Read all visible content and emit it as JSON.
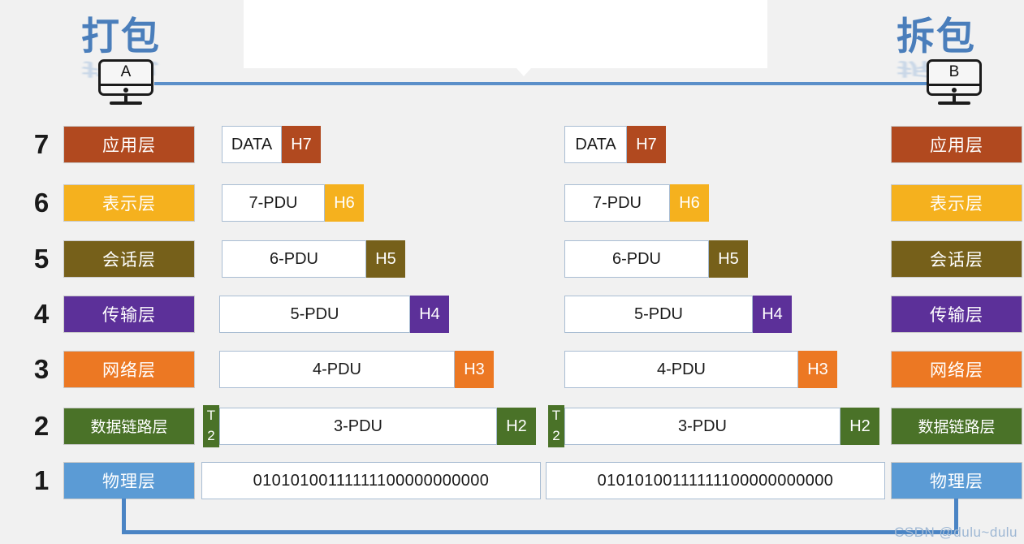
{
  "headings": {
    "left": "打包",
    "right": "拆包"
  },
  "nodes": {
    "left_computer": "A",
    "right_computer": "B"
  },
  "layers": [
    {
      "num": "7",
      "name": "应用层",
      "color": "#b1491f"
    },
    {
      "num": "6",
      "name": "表示层",
      "color": "#f5b11e"
    },
    {
      "num": "5",
      "name": "会话层",
      "color": "#76601a"
    },
    {
      "num": "4",
      "name": "传输层",
      "color": "#5c3099"
    },
    {
      "num": "3",
      "name": "网络层",
      "color": "#ec7823"
    },
    {
      "num": "2",
      "name": "数据链路层",
      "color": "#4a7228"
    },
    {
      "num": "1",
      "name": "物理层",
      "color": "#5b9bd5"
    }
  ],
  "pdus": [
    {
      "body": "DATA",
      "header": "H7",
      "trailer": null,
      "color": "#b1491f"
    },
    {
      "body": "7-PDU",
      "header": "H6",
      "trailer": null,
      "color": "#f5b11e"
    },
    {
      "body": "6-PDU",
      "header": "H5",
      "trailer": null,
      "color": "#76601a"
    },
    {
      "body": "5-PDU",
      "header": "H4",
      "trailer": null,
      "color": "#5c3099"
    },
    {
      "body": "4-PDU",
      "header": "H3",
      "trailer": null,
      "color": "#ec7823"
    },
    {
      "body": "3-PDU",
      "header": "H2",
      "trailer": "T2",
      "color": "#4a7228"
    },
    {
      "body": "01010100111111100000000000",
      "header": null,
      "trailer": null,
      "color": "#5b9bd5"
    }
  ],
  "trailer_label_line1": "T",
  "trailer_label_line2": "2",
  "watermark": "CSDN @dulu~dulu",
  "colors": {
    "background": "#f1f1f1",
    "link_line": "#5b8fc9",
    "connector": "#4a84c4",
    "heading_text": "#4a7ebb"
  }
}
